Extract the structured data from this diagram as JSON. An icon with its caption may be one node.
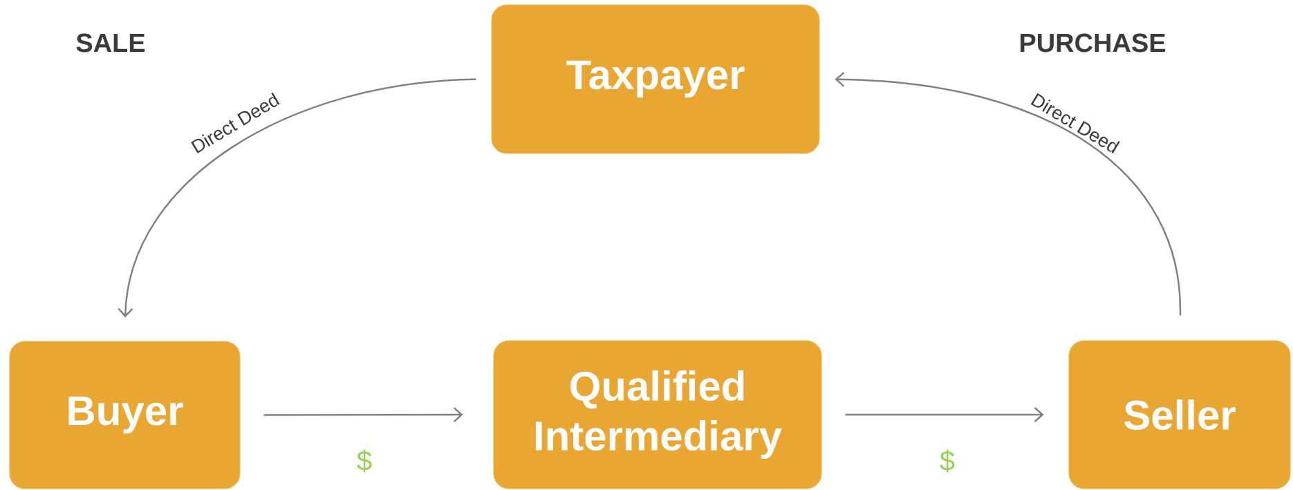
{
  "diagram": {
    "nodes": [
      {
        "text": [
          "Taxpayer"
        ]
      },
      {
        "text": [
          "Buyer"
        ]
      },
      {
        "text": [
          "Qualified Intermediary"
        ]
      },
      {
        "text": [
          "Seller"
        ]
      }
    ],
    "edges": [
      {
        "from": 0,
        "to": 1,
        "arrow": "to",
        "label": "Direct Deed"
      },
      {
        "from": 3,
        "to": 0,
        "arrow": "to",
        "label": "Direct Deed"
      },
      {
        "from": 1,
        "to": 2,
        "arrow": "to",
        "label": "$"
      },
      {
        "from": 2,
        "to": 3,
        "arrow": "to",
        "label": "$"
      }
    ],
    "labels": [
      "SALE",
      "PURCHASE"
    ]
  }
}
